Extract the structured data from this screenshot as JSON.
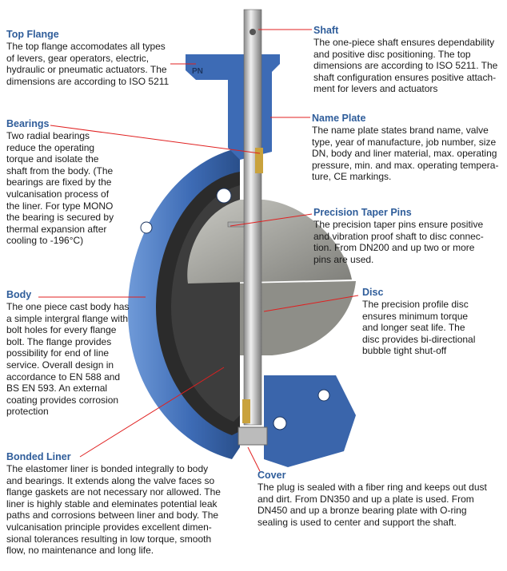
{
  "callouts": {
    "top_flange": {
      "title": "Top Flange",
      "text": "The top flange accomodates all types\nof levers, gear operators, electric,\nhydraulic or pneumatic actuators. The\ndimensions are according to ISO 5211"
    },
    "bearings": {
      "title": "Bearings",
      "text": "Two radial bearings\nreduce the operating\ntorque and isolate the\nshaft from the body. (The\nbearings are fixed by the\nvulcanisation process of\nthe liner. For type MONO\nthe bearing is secured by\nthermal expansion after\ncooling to -196°C)"
    },
    "body": {
      "title": "Body",
      "text": "The one piece cast body has\na simple intergral flange with\nbolt holes for every flange\nbolt. The flange provides\npossibility for end of line\nservice. Overall design in\naccordance to EN 588 and\nBS EN 593. An external\ncoating provides corrosion\nprotection"
    },
    "bonded_liner": {
      "title": "Bonded Liner",
      "text": "The elastomer liner is bonded integrally to body\nand bearings. It extends along the valve faces so\nflange gaskets are not necessary nor allowed. The\nliner is highly stable and eleminates potential leak\npaths and corrosions between liner and body. The\nvulcanisation principle provides excellent dimen-\nsional tolerances resulting in low torque, smooth\nflow, no maintenance and long life."
    },
    "shaft": {
      "title": "Shaft",
      "text": "The one-piece shaft ensures dependability\nand positive disc positioning. The top\ndimensions are according to ISO 5211. The\nshaft configuration ensures positive attach-\nment for levers and actuators"
    },
    "name_plate": {
      "title": "Name Plate",
      "text": "The name plate states brand name, valve\ntype, year of manufacture, job number, size\nDN, body and liner material, max. operating\npressure, min. and max. operating tempera-\nture, CE markings."
    },
    "taper_pins": {
      "title": "Precision Taper Pins",
      "text": "The precision taper pins ensure positive\nand vibration proof shaft to disc connec-\ntion. From DN200 and up two or more\npins are used."
    },
    "disc": {
      "title": "Disc",
      "text": "The precision profile disc\nensures minimum torque\nand longer seat life. The\ndisc provides bi-directional\nbubble tight shut-off"
    },
    "cover": {
      "title": "Cover",
      "text": "The plug is sealed with a fiber ring and keeps out dust\nand dirt. From DN350 and up a plate is used. From\nDN450 and up a bronze bearing plate with O-ring\nsealing is used to center and support the shaft."
    }
  },
  "colors": {
    "title": "#2f5d9a",
    "leader": "#e02020",
    "body": "#3f6db5",
    "liner": "#2a2a2a",
    "disc": "#9a9a94"
  }
}
